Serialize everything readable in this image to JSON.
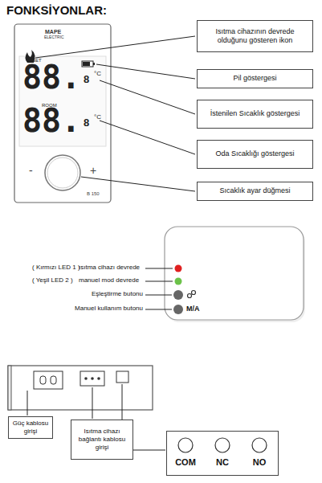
{
  "diagram": {
    "title": "FONKSİYONLAR:",
    "nodes": [
      {
        "text": [
          "Isıtma cihazının devrede olduğunu gösteren ikon"
        ]
      },
      {
        "text": [
          "Pil göstergesi"
        ]
      },
      {
        "text": [
          "İstenilen Sıcaklık göstergesi"
        ]
      },
      {
        "text": [
          "Oda Sıcaklığı göstergesi"
        ]
      },
      {
        "text": [
          "Sıcaklık ayar düğmesi"
        ]
      },
      {
        "text": [
          "Güç kablosu girişi"
        ]
      },
      {
        "text": [
          "Isıtma cihazı bağlantı kablosu girişi"
        ]
      },
      {
        "text": [
          "COM",
          "NC",
          "NO"
        ]
      }
    ],
    "labels": [
      "MAPE",
      "ELECTRIC",
      "SET",
      "88.",
      "8",
      "°C",
      "ROOM",
      "88.",
      "8",
      "°C",
      "-",
      "+",
      "B 150",
      "( Kırmızı LED 1 )",
      "ısıtma cihazı devrede",
      "( Yeşil LED 2 )",
      "manuel mod devrede",
      "Eşleştirme butonu",
      "Manuel kullanım butonu",
      "M/A"
    ]
  }
}
